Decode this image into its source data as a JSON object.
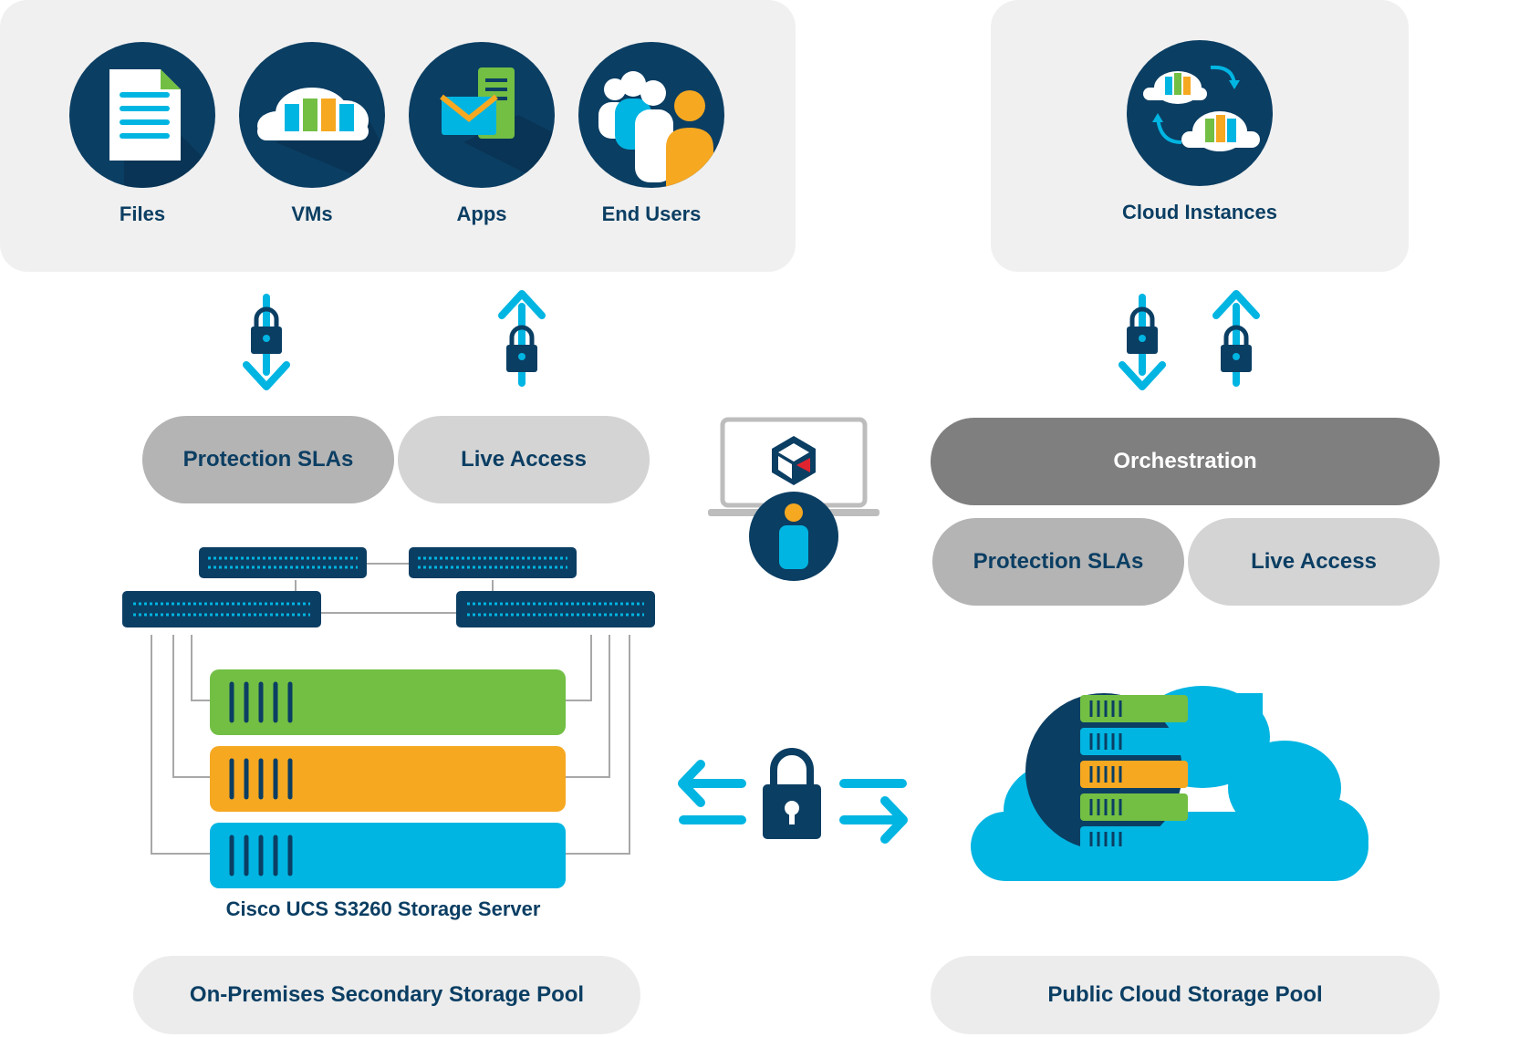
{
  "workloads": {
    "items": [
      {
        "label": "Files",
        "icon": "document-icon"
      },
      {
        "label": "VMs",
        "icon": "vm-cloud-icon"
      },
      {
        "label": "Apps",
        "icon": "apps-icon"
      },
      {
        "label": "End Users",
        "icon": "users-icon"
      }
    ]
  },
  "cloud": {
    "instances_label": "Cloud Instances",
    "orchestration_label": "Orchestration",
    "protection_label": "Protection SLAs",
    "live_access_label": "Live Access",
    "pool_label": "Public Cloud Storage Pool"
  },
  "onprem": {
    "protection_label": "Protection SLAs",
    "live_access_label": "Live Access",
    "server_label": "Cisco UCS S3260 Storage Server",
    "pool_label": "On-Premises Secondary Storage Pool"
  },
  "colors": {
    "navy": "#0b3e63",
    "cyan": "#00b5e2",
    "green": "#72bf44",
    "orange": "#f6a821",
    "panel_gray": "#f0f0f0",
    "pill_mid": "#b4b4b4",
    "pill_light": "#d4d4d4",
    "pill_dark": "#7f7f7f"
  }
}
